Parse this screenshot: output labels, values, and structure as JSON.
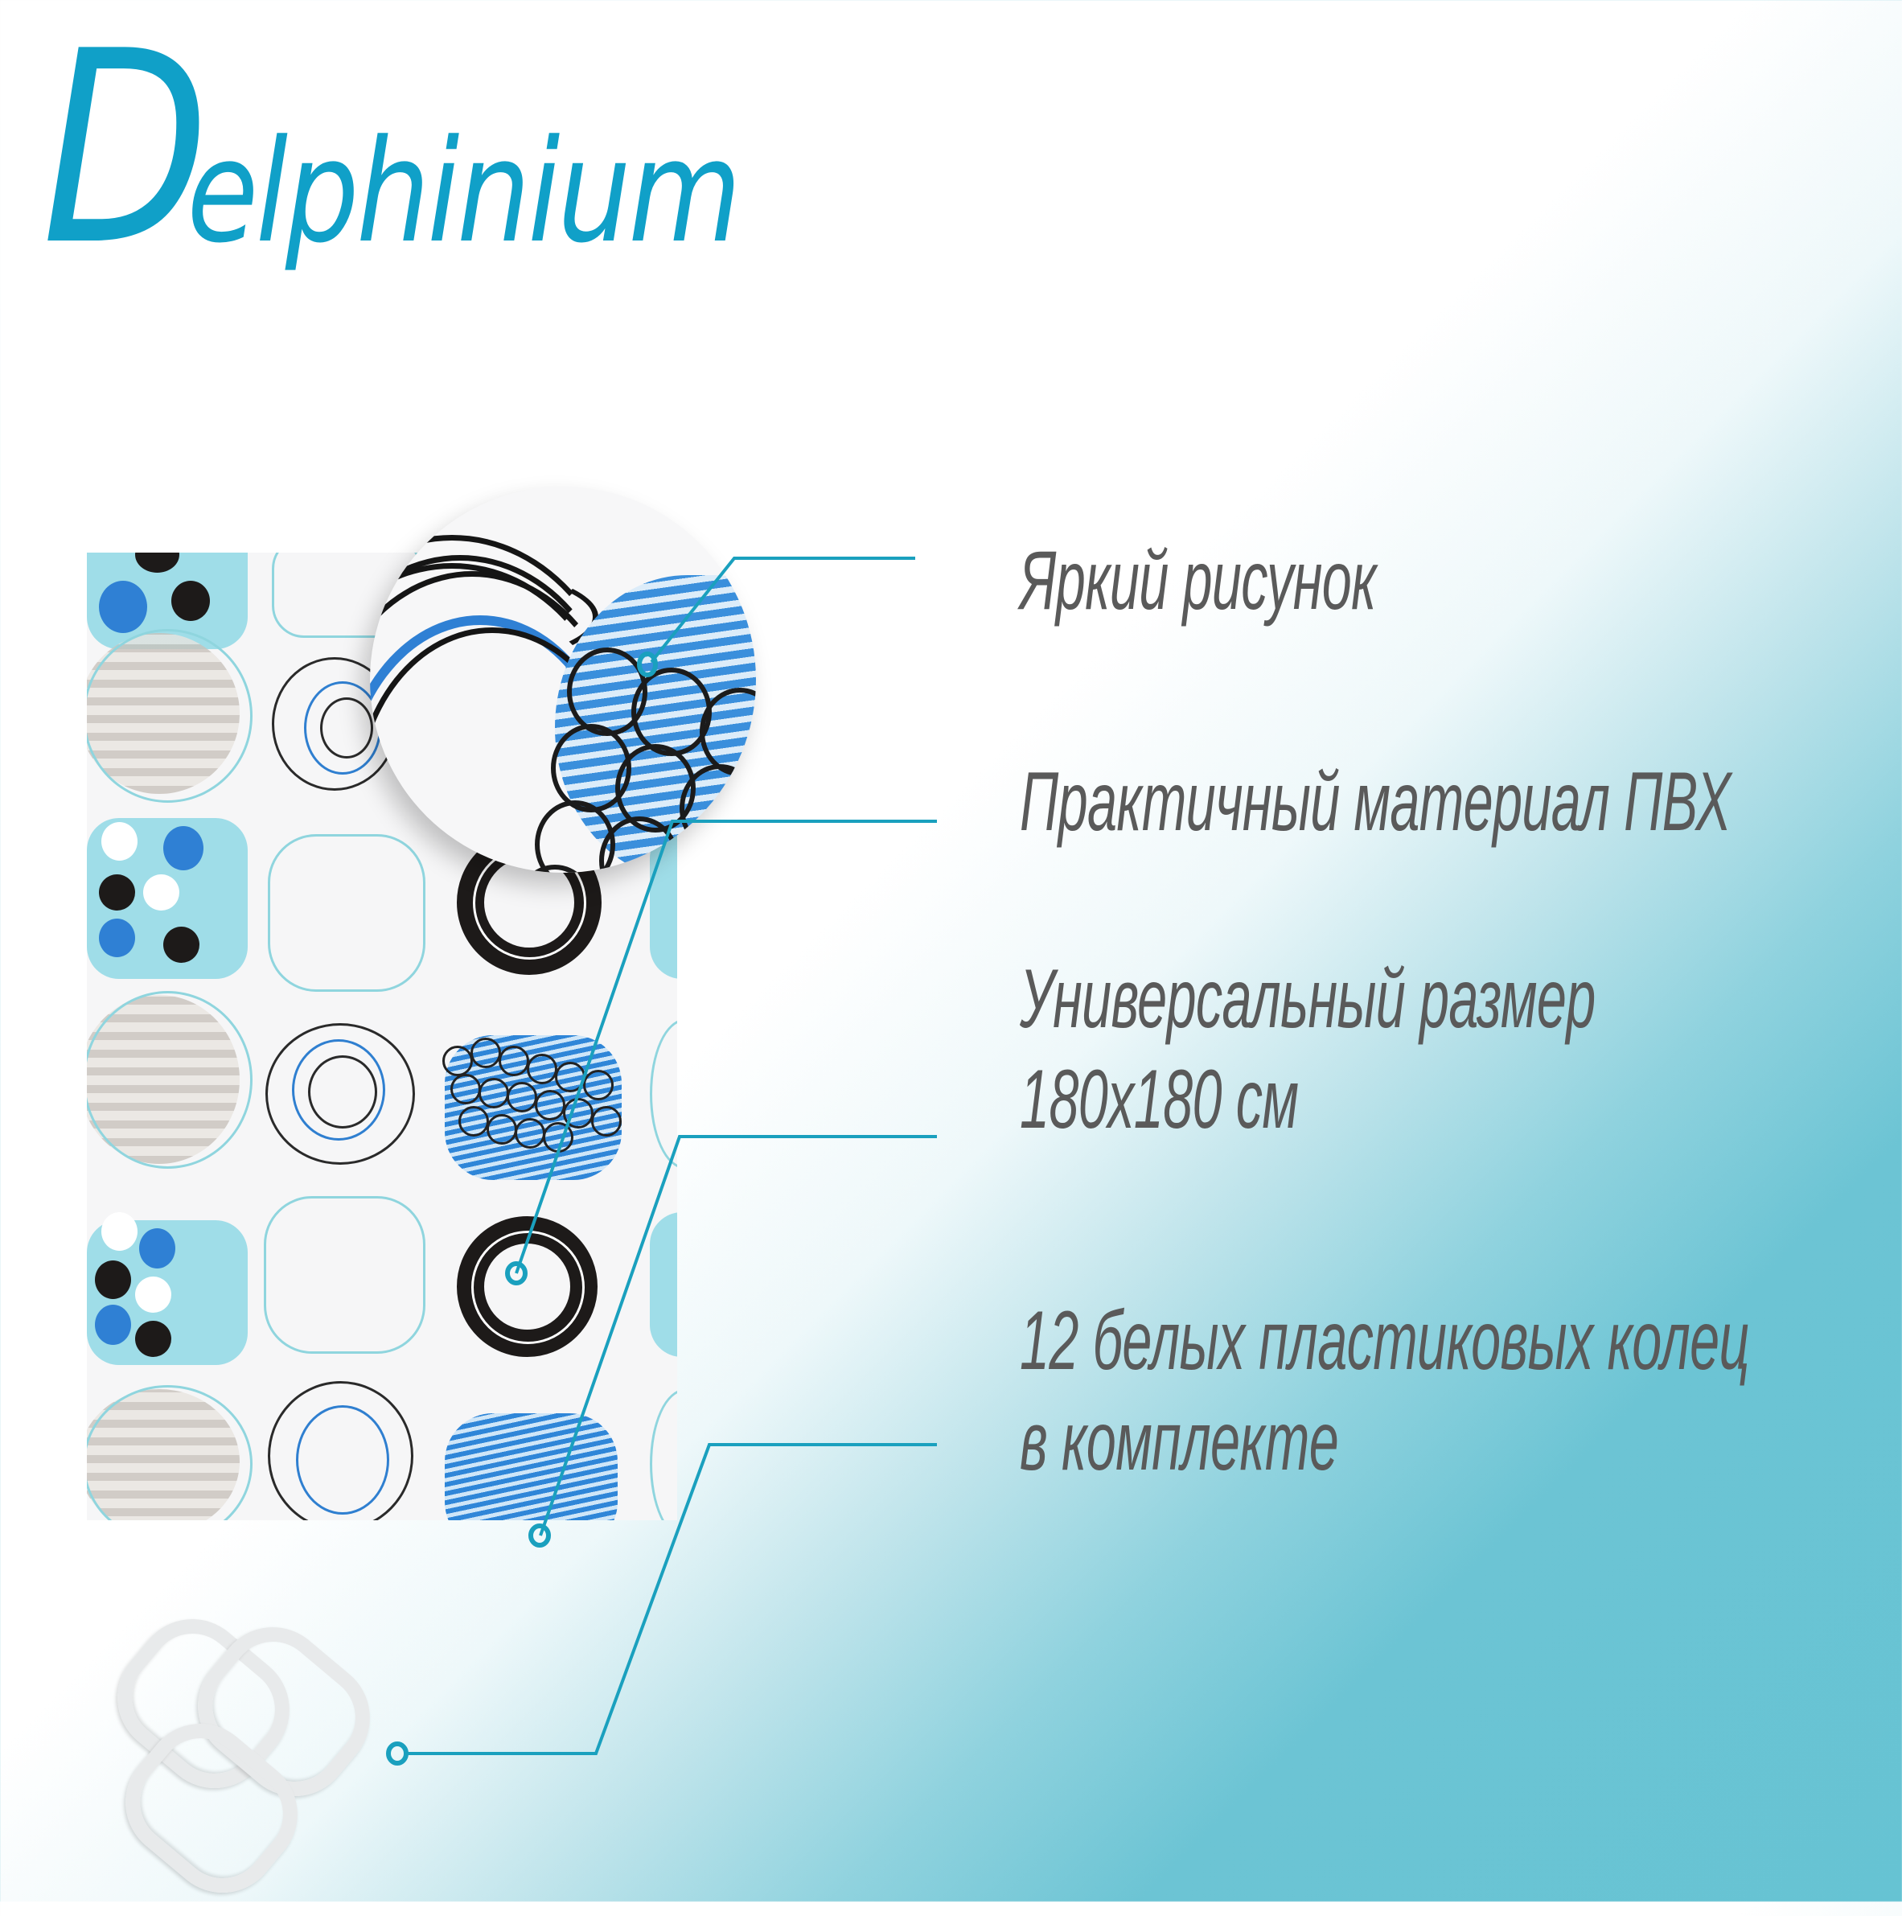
{
  "brand": {
    "logo_initial": "D",
    "logo_rest": "elphinium",
    "logo_full": "Delphinium",
    "color": "#10A0C8"
  },
  "features": [
    {
      "lines": [
        "Яркий рисунок"
      ]
    },
    {
      "lines": [
        "Практичный материал ПВХ"
      ]
    },
    {
      "lines": [
        "Универсальный размер",
        "180x180 см"
      ]
    },
    {
      "lines": [
        "12 белых пластиковых колец",
        "в комплекте"
      ]
    }
  ],
  "product": {
    "curtain_image": "shower-curtain-pattern",
    "magnifier": "zoomed-pattern-detail",
    "accessory_image": "white-plastic-curtain-rings"
  },
  "style": {
    "text_color": "#5A5A5A",
    "accent_line_color": "#1AA0BE",
    "gradient_end": "#66C3D3"
  }
}
